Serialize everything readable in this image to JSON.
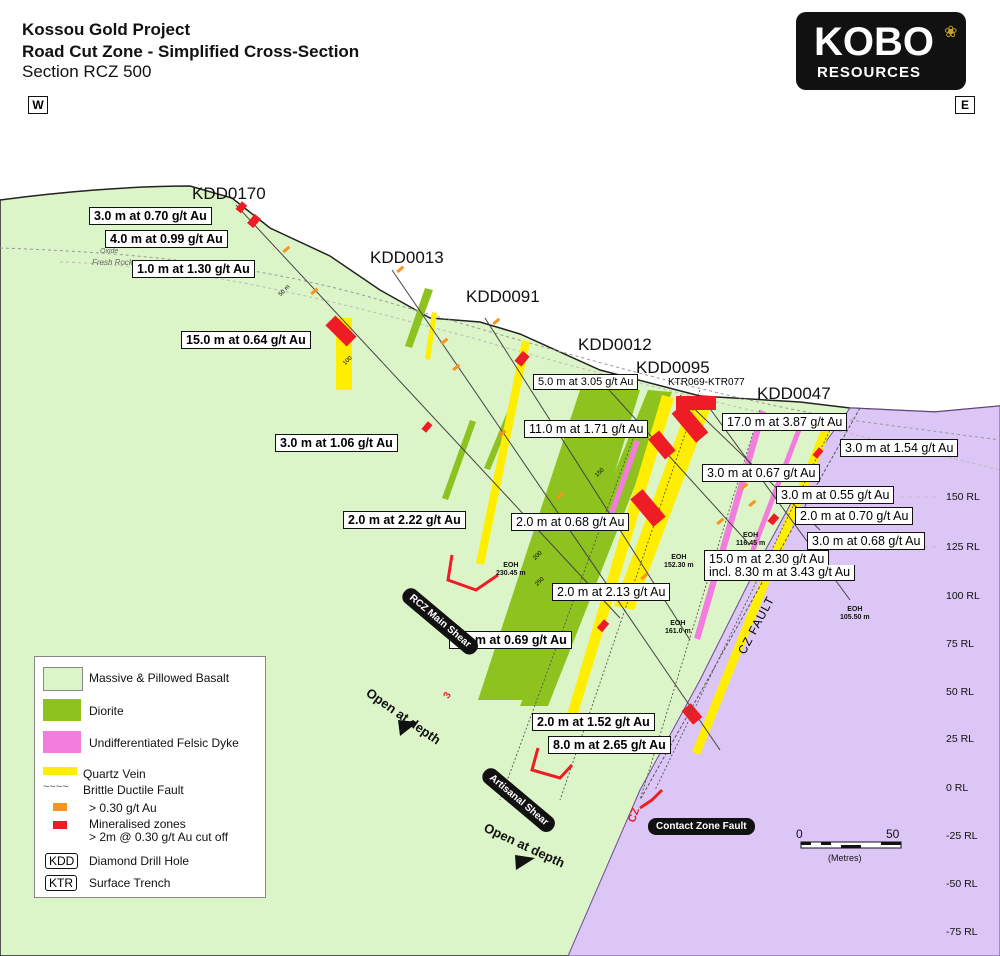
{
  "title": {
    "line1": "Kossou Gold Project",
    "line2": "Road Cut Zone - Simplified Cross-Section",
    "line3": "Section RCZ 500"
  },
  "logo": {
    "main": "KOBO",
    "sub": "RESOURCES",
    "icon": "maple-leaf-icon"
  },
  "direction": {
    "west": "W",
    "east": "E"
  },
  "surface_labels": {
    "oxide": "Oxide",
    "fresh_rock": "Fresh Rock"
  },
  "holes": [
    "KDD0170",
    "KDD0013",
    "KDD0091",
    "KDD0012",
    "KDD0095",
    "KDD0047"
  ],
  "trench_label": "KTR069-KTR077",
  "intercepts": [
    "3.0 m at 0.70 g/t Au",
    "4.0 m at 0.99 g/t Au",
    "1.0 m at 1.30 g/t Au",
    "15.0 m at 0.64 g/t Au",
    "3.0 m at 1.06 g/t Au",
    "2.0 m at 2.22 g/t Au",
    "5.0 m at 3.05 g/t Au",
    "11.0 m at 1.71 g/t Au",
    "17.0 m at 3.87 g/t Au",
    "3.0 m at 1.54 g/t Au",
    "3.0 m at 0.67 g/t Au",
    "3.0 m at 0.55 g/t Au",
    "2.0 m at 0.70 g/t Au",
    "3.0 m at 0.68 g/t Au",
    "2.0 m at 0.68 g/t Au",
    "15.0 m at 2.30 g/t Au",
    "incl. 8.30 m at 3.43 g/t Au",
    "2.0 m at 2.13 g/t Au",
    "5.0 m at 0.69 g/t Au",
    "2.0 m at 1.52 g/t Au",
    "8.0 m at 2.65 g/t Au"
  ],
  "eoh": [
    {
      "label": "EOH",
      "depth": "230.45 m"
    },
    {
      "label": "EOH",
      "depth": "152.30 m"
    },
    {
      "label": "EOH",
      "depth": "161.0 m"
    },
    {
      "label": "EOH",
      "depth": "116.45 m"
    },
    {
      "label": "EOH",
      "depth": "105.50 m"
    }
  ],
  "depth_ticks": [
    "50 m",
    "100",
    "150",
    "200",
    "250"
  ],
  "rl_labels": [
    "150 RL",
    "125 RL",
    "100 RL",
    "75 RL",
    "50 RL",
    "25 RL",
    "0 RL",
    "-25 RL",
    "-50 RL",
    "-75 RL"
  ],
  "structures": {
    "rcz_main_shear": "RCZ Main Shear",
    "artisanal_shear": "Artisanal Shear",
    "contact_zone_fault": "Contact Zone Fault",
    "cz_fault": "CZ FAULT",
    "cz_marker": "CZ",
    "marker_3": "3",
    "open_at_depth": "Open at depth"
  },
  "legend": {
    "items": [
      {
        "label": "Massive & Pillowed Basalt",
        "color": "#dcf5c8"
      },
      {
        "label": "Diorite",
        "color": "#8dc21f"
      },
      {
        "label": "Undifferentiated Felsic Dyke",
        "color": "#f27ddf"
      },
      {
        "label": "Quartz Vein",
        "color": "#ffee00"
      },
      {
        "label": "Brittle Ductile Fault"
      },
      {
        "label": "> 0.30 g/t Au",
        "color": "#f7941d"
      },
      {
        "label": "Mineralised zones",
        "color": "#ee1c25"
      },
      {
        "label": "> 2m @ 0.30 g/t Au cut off"
      }
    ],
    "kdd_abbr": "KDD",
    "kdd_label": "Diamond Drill Hole",
    "ktr_abbr": "KTR",
    "ktr_label": "Surface Trench"
  },
  "scale": {
    "start": "0",
    "end": "50",
    "unit": "(Metres)"
  },
  "colors": {
    "basalt": "#dcf5c8",
    "diorite": "#8dc21f",
    "felsic": "#f27ddf",
    "quartz": "#ffee00",
    "orange": "#f7941d",
    "red": "#ee1c25",
    "contact_zone": "#dcc6f5"
  }
}
